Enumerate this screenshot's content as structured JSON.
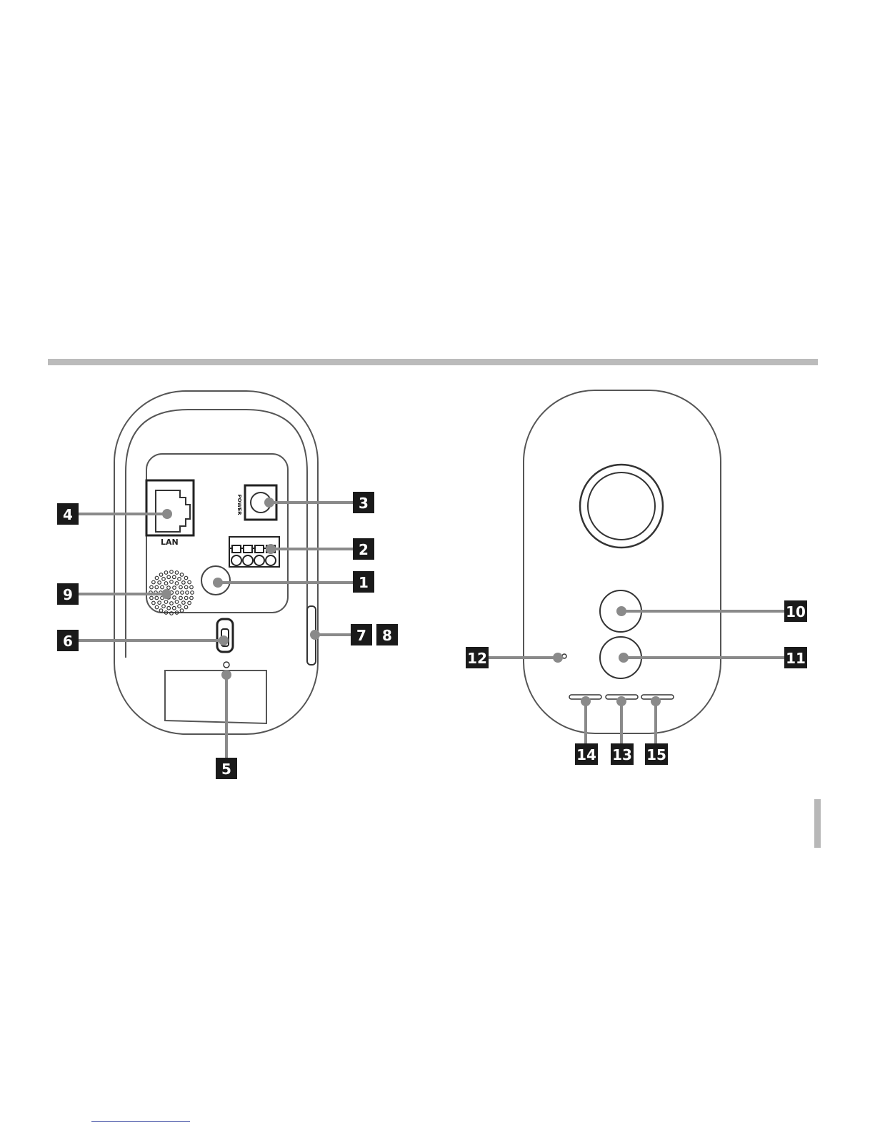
{
  "colors": {
    "divider": "#bbbbbb",
    "callout_bg": "#1a1a1a",
    "callout_text": "#ffffff",
    "leader": "#8a8a8a",
    "outline": "#555555"
  },
  "rear_view": {
    "lan_label": "LAN",
    "power_label": "POWER",
    "callouts": {
      "c1": "1",
      "c2": "2",
      "c3": "3",
      "c4": "4",
      "c5": "5",
      "c6": "6",
      "c7": "7",
      "c8": "8",
      "c9": "9"
    }
  },
  "front_view": {
    "callouts": {
      "c10": "10",
      "c11": "11",
      "c12": "12",
      "c13": "13",
      "c14": "14",
      "c15": "15"
    }
  },
  "icons": [
    "lan-port-icon",
    "power-jack-icon",
    "terminal-block-icon",
    "speaker-grille-icon",
    "lens-icon",
    "sensor-icon"
  ]
}
